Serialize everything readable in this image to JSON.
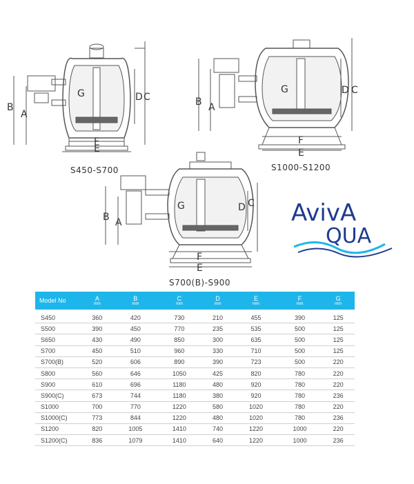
{
  "diagrams": {
    "d1": {
      "caption": "S450-S700",
      "dims": [
        "B",
        "A",
        "C",
        "D",
        "E",
        "F",
        "G"
      ]
    },
    "d2": {
      "caption": "S1000-S1200",
      "dims": [
        "B",
        "A",
        "C",
        "D",
        "E",
        "F",
        "G"
      ]
    },
    "d3": {
      "caption": "S700(B)-S900",
      "dims": [
        "B",
        "A",
        "C",
        "D",
        "E",
        "F",
        "G"
      ]
    }
  },
  "logo": {
    "text_top": "AvivA",
    "text_bottom": "QUA",
    "colors": {
      "navy": "#1d3c8f",
      "cyan": "#1eb6ea"
    }
  },
  "table": {
    "header_color": "#1eb6ea",
    "headers": [
      {
        "label": "Model No",
        "unit": ""
      },
      {
        "label": "A",
        "unit": "mm"
      },
      {
        "label": "B",
        "unit": "mm"
      },
      {
        "label": "C",
        "unit": "mm"
      },
      {
        "label": "D",
        "unit": "mm"
      },
      {
        "label": "E",
        "unit": "mm"
      },
      {
        "label": "F",
        "unit": "mm"
      },
      {
        "label": "G",
        "unit": "mm"
      }
    ],
    "rows": [
      [
        "S450",
        "360",
        "420",
        "730",
        "210",
        "455",
        "390",
        "125"
      ],
      [
        "S500",
        "390",
        "450",
        "770",
        "235",
        "535",
        "500",
        "125"
      ],
      [
        "S650",
        "430",
        "490",
        "850",
        "300",
        "635",
        "500",
        "125"
      ],
      [
        "S700",
        "450",
        "510",
        "960",
        "330",
        "710",
        "500",
        "125"
      ],
      [
        "S700(B)",
        "520",
        "606",
        "890",
        "390",
        "723",
        "500",
        "220"
      ],
      [
        "S800",
        "560",
        "646",
        "1050",
        "425",
        "820",
        "780",
        "220"
      ],
      [
        "S900",
        "610",
        "696",
        "1180",
        "480",
        "920",
        "780",
        "220"
      ],
      [
        "S900(C)",
        "673",
        "744",
        "1180",
        "380",
        "920",
        "780",
        "236"
      ],
      [
        "S1000",
        "700",
        "770",
        "1220",
        "580",
        "1020",
        "780",
        "220"
      ],
      [
        "S1000(C)",
        "773",
        "844",
        "1220",
        "480",
        "1020",
        "780",
        "236"
      ],
      [
        "S1200",
        "820",
        "1005",
        "1410",
        "740",
        "1220",
        "1000",
        "220"
      ],
      [
        "S1200(C)",
        "836",
        "1079",
        "1410",
        "640",
        "1220",
        "1000",
        "236"
      ]
    ]
  }
}
